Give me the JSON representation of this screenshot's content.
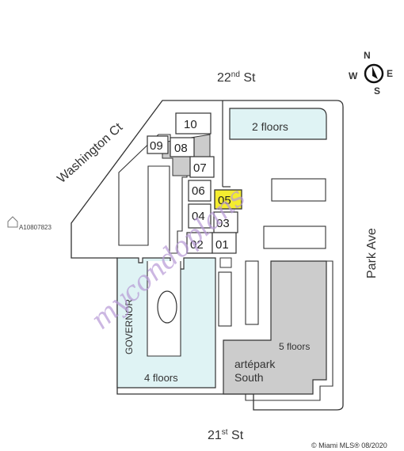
{
  "streets": {
    "north": "22",
    "north_sup": "nd",
    "north_suffix": " St",
    "south": "21",
    "south_sup": "st",
    "south_suffix": " St",
    "west_diag": "Washington Ct",
    "east": "Park Ave"
  },
  "compass": {
    "n": "N",
    "e": "E",
    "s": "S",
    "w": "W"
  },
  "units": [
    "10",
    "09",
    "08",
    "07",
    "06",
    "05",
    "04",
    "03",
    "02",
    "01"
  ],
  "highlighted_unit": "05",
  "buildings": {
    "north_east": "2 floors",
    "governor_name": "GOVERNOR",
    "governor_floors": "4 floors",
    "artepark_floors": "5 floors",
    "artepark_name_1": "artépark",
    "artepark_name_2": "South"
  },
  "listing_id": "A10807823",
  "watermark": "mycondoplans",
  "footer": "© Miami MLS® 08/2020",
  "colors": {
    "highlight": "#f4ec2f",
    "light_blue": "#dff3f4",
    "gray_fill": "#cccccc",
    "outline": "#333333",
    "watermark": "#b79ad6"
  }
}
